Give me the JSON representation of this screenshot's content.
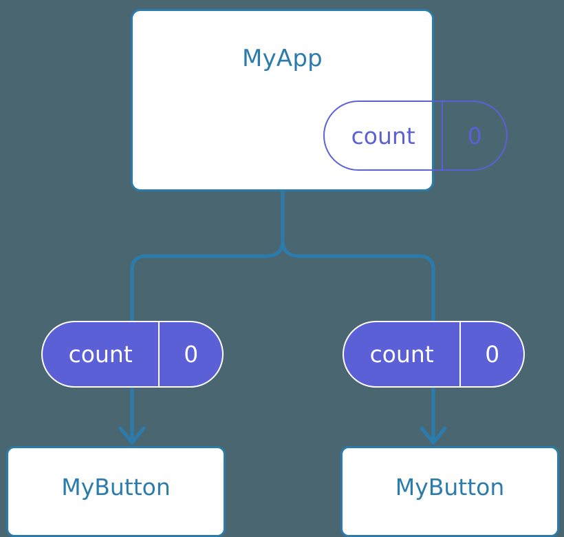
{
  "diagram": {
    "title": "React component tree with shared count state",
    "background_color": "#4a6771",
    "accent_blue": "#2b7cad",
    "accent_purple": "#5c60d6",
    "surface_white": "#ffffff"
  },
  "root": {
    "label": "MyApp",
    "state": {
      "key": "count",
      "value": "0"
    }
  },
  "children": [
    {
      "id": "left",
      "state": {
        "key": "count",
        "value": "0"
      },
      "label": "MyButton"
    },
    {
      "id": "right",
      "state": {
        "key": "count",
        "value": "0"
      },
      "label": "MyButton"
    }
  ],
  "connectors": {
    "root_to_branch": "vertical line from MyApp card down to branch junction",
    "branch_left": "curved elbow to left child pill",
    "branch_right": "curved elbow to right child pill",
    "pill_to_button_left": "arrow from left count pill down to left MyButton",
    "pill_to_button_right": "arrow from right count pill down to right MyButton",
    "line_color": "#2b7cad",
    "line_width": "5"
  }
}
